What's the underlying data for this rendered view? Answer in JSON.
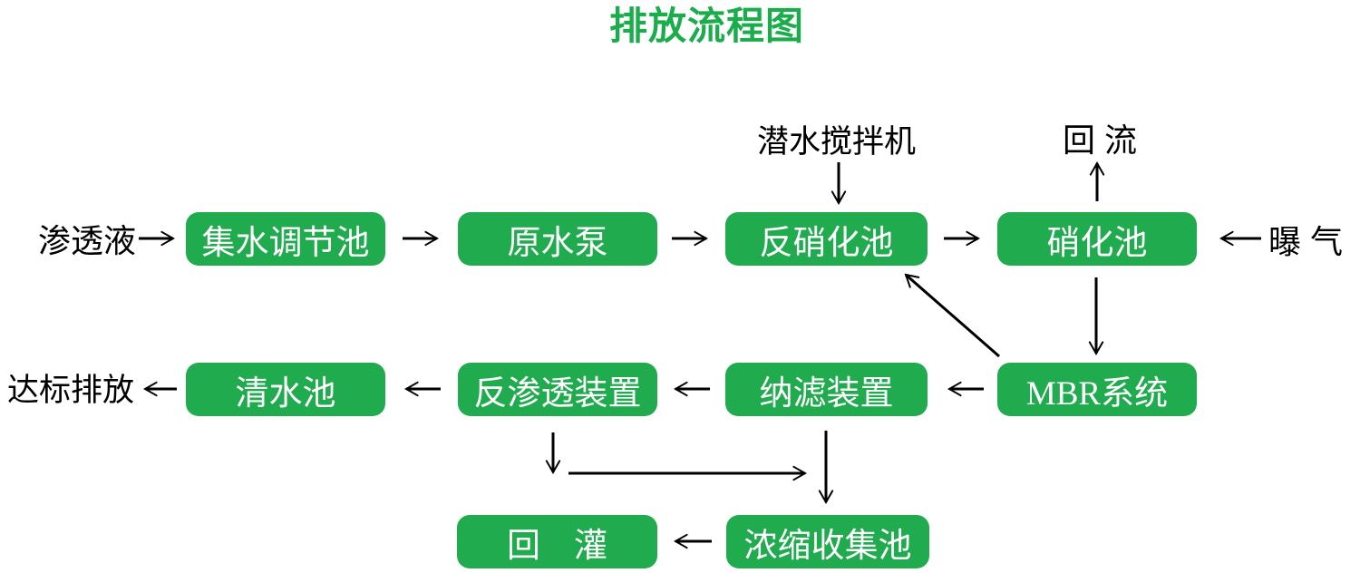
{
  "title": "排放流程图",
  "colors": {
    "title_green": "#1bad4c",
    "node_green": "#21ab4f",
    "node_text": "#ffffff",
    "arrow_black": "#000000"
  },
  "nodes": {
    "collection_tank": {
      "label": "集水调节池"
    },
    "raw_water_pump": {
      "label": "原水泵"
    },
    "denitrification_tank": {
      "label": "反硝化池"
    },
    "nitrification_tank": {
      "label": "硝化池"
    },
    "clean_water_tank": {
      "label": "清水池"
    },
    "reverse_osmosis": {
      "label": "反渗透装置"
    },
    "nanofiltration": {
      "label": "纳滤装置"
    },
    "mbr_system": {
      "label": "MBR系统"
    },
    "reinjection": {
      "label": "回　灌"
    },
    "concentrate_tank": {
      "label": "浓缩收集池"
    }
  },
  "labels": {
    "influent": "渗透液",
    "submersible_mixer": "潜水搅拌机",
    "reflux": "回 流",
    "aeration": "曝 气",
    "discharge": "达标排放"
  },
  "edges": [
    {
      "from": "渗透液",
      "to": "集水调节池"
    },
    {
      "from": "集水调节池",
      "to": "原水泵"
    },
    {
      "from": "原水泵",
      "to": "反硝化池"
    },
    {
      "from": "潜水搅拌机",
      "to": "反硝化池"
    },
    {
      "from": "反硝化池",
      "to": "硝化池"
    },
    {
      "from": "曝 气",
      "to": "硝化池"
    },
    {
      "from": "硝化池",
      "to": "回 流"
    },
    {
      "from": "硝化池",
      "to": "MBR系统"
    },
    {
      "from": "MBR系统",
      "to": "反硝化池"
    },
    {
      "from": "MBR系统",
      "to": "纳滤装置"
    },
    {
      "from": "纳滤装置",
      "to": "反渗透装置"
    },
    {
      "from": "反渗透装置",
      "to": "清水池"
    },
    {
      "from": "清水池",
      "to": "达标排放"
    },
    {
      "from": "反渗透装置",
      "to": "浓缩收集池"
    },
    {
      "from": "纳滤装置",
      "to": "浓缩收集池"
    },
    {
      "from": "浓缩收集池",
      "to": "回　灌"
    }
  ]
}
